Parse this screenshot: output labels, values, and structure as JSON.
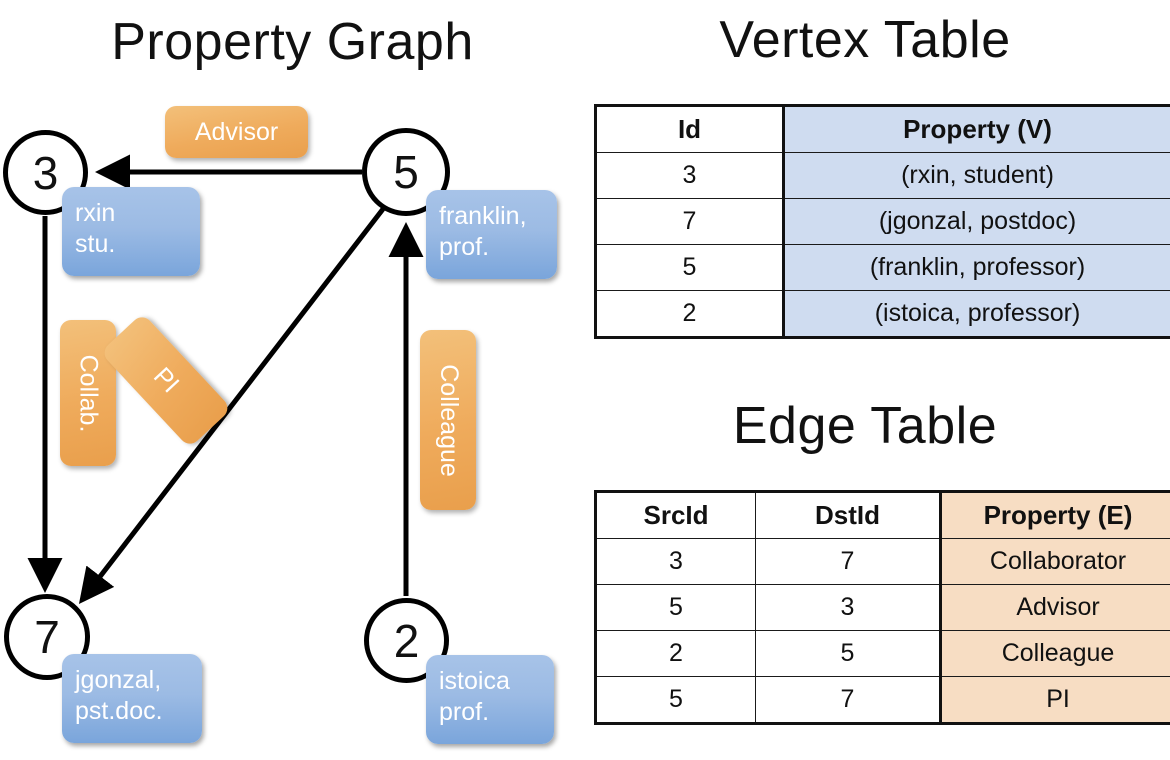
{
  "titles": {
    "property_graph": "Property Graph",
    "vertex_table": "Vertex Table",
    "edge_table": "Edge Table"
  },
  "colors": {
    "vertex_property_fill": "#cfdcf0",
    "edge_property_fill": "#f7ddc3",
    "vertex_box_blue": "#9cbbe4",
    "edge_label_orange": "#efab5c",
    "stroke": "#111111",
    "background": "#ffffff"
  },
  "graph": {
    "nodes": [
      {
        "id": "3",
        "property_lines": [
          "rxin",
          "stu."
        ]
      },
      {
        "id": "5",
        "property_lines": [
          "franklin,",
          "prof."
        ]
      },
      {
        "id": "7",
        "property_lines": [
          "jgonzal,",
          "pst.doc."
        ]
      },
      {
        "id": "2",
        "property_lines": [
          "istoica",
          "prof."
        ]
      }
    ],
    "edge_labels": [
      {
        "name": "advisor",
        "label": "Advisor",
        "orientation": "horizontal"
      },
      {
        "name": "collab",
        "label": "Collab.",
        "orientation": "vertical"
      },
      {
        "name": "colleague",
        "label": "Colleague",
        "orientation": "vertical"
      },
      {
        "name": "pi",
        "label": "PI",
        "orientation": "diagonal"
      }
    ],
    "edges": [
      {
        "src": "5",
        "dst": "3",
        "label": "Advisor"
      },
      {
        "src": "3",
        "dst": "7",
        "label": "Collab."
      },
      {
        "src": "5",
        "dst": "7",
        "label": "PI"
      },
      {
        "src": "2",
        "dst": "5",
        "label": "Colleague"
      }
    ]
  },
  "vertex_table": {
    "headers": [
      "Id",
      "Property (V)"
    ],
    "rows": [
      {
        "id": "3",
        "property": "(rxin, student)"
      },
      {
        "id": "7",
        "property": "(jgonzal, postdoc)"
      },
      {
        "id": "5",
        "property": "(franklin, professor)"
      },
      {
        "id": "2",
        "property": "(istoica, professor)"
      }
    ]
  },
  "edge_table": {
    "headers": [
      "SrcId",
      "DstId",
      "Property (E)"
    ],
    "rows": [
      {
        "src": "3",
        "dst": "7",
        "property": "Collaborator"
      },
      {
        "src": "5",
        "dst": "3",
        "property": "Advisor"
      },
      {
        "src": "2",
        "dst": "5",
        "property": "Colleague"
      },
      {
        "src": "5",
        "dst": "7",
        "property": "PI"
      }
    ]
  }
}
